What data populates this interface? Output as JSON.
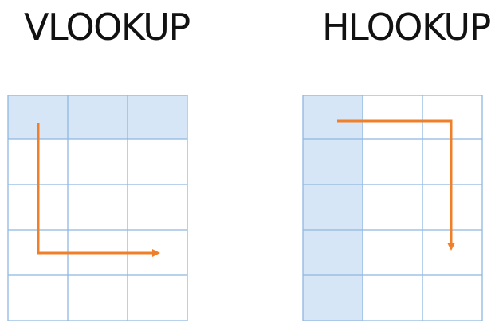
{
  "titles": {
    "vlookup": "VLOOKUP",
    "hlookup": "HLOOKUP"
  },
  "grid": {
    "rows": 5,
    "cols": 3
  },
  "colors": {
    "header_fill": "#d6e6f6",
    "grid_line": "#8fb8e0",
    "arrow": "#f07f2a",
    "title_text": "#111111"
  },
  "icons": {
    "vlookup_arrow": "down-then-right-arrow-icon",
    "hlookup_arrow": "right-then-down-arrow-icon"
  }
}
